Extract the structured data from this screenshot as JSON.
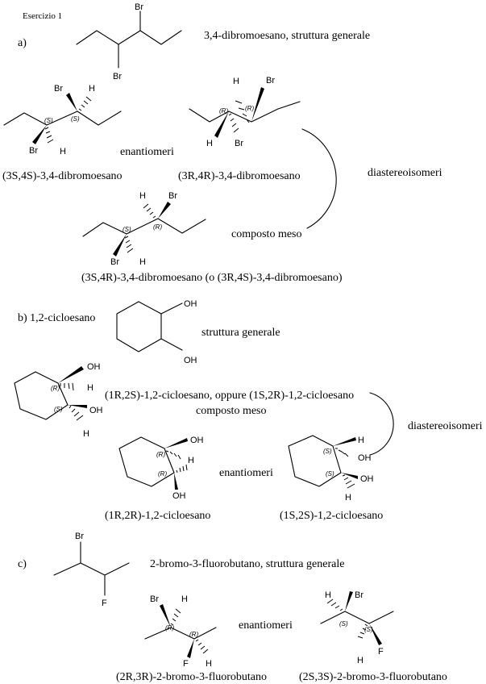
{
  "title": "Esercizio 1",
  "part_a": {
    "label": "a)",
    "general_caption": "3,4-dibromoesano, struttura generale",
    "ss_name": "(3S,4S)-3,4-dibromoesano",
    "rr_name": "(3R,4R)-3,4-dibromoesano",
    "meso_name": "(3S,4R)-3,4-dibromoesano (o (3R,4S)-3,4-dibromoesano)",
    "enantiomers_label": "enantiomeri",
    "diastereomers_label": "diastereoisomeri",
    "meso_label": "composto meso"
  },
  "part_b": {
    "label": "b) 1,2-cicloesano",
    "general_caption": "struttura generale",
    "meso_name": "(1R,2S)-1,2-cicloesano, oppure (1S,2R)-1,2-cicloesano",
    "meso_label": "composto meso",
    "rr_name": "(1R,2R)-1,2-cicloesano",
    "ss_name": "(1S,2S)-1,2-cicloesano",
    "enantiomers_label": "enantiomeri",
    "diastereomers_label": "diastereoisomeri"
  },
  "part_c": {
    "label": "c)",
    "general_caption": "2-bromo-3-fluorobutano, struttura generale",
    "rr_name": "(2R,3R)-2-bromo-3-fluorobutano",
    "ss_name": "(2S,3S)-2-bromo-3-fluorobutano",
    "enantiomers_label": "enantiomeri"
  },
  "atoms": {
    "br": "Br",
    "h": "H",
    "oh": "OH",
    "f": "F"
  },
  "stereo": {
    "r": "(R)",
    "s": "(S)"
  }
}
